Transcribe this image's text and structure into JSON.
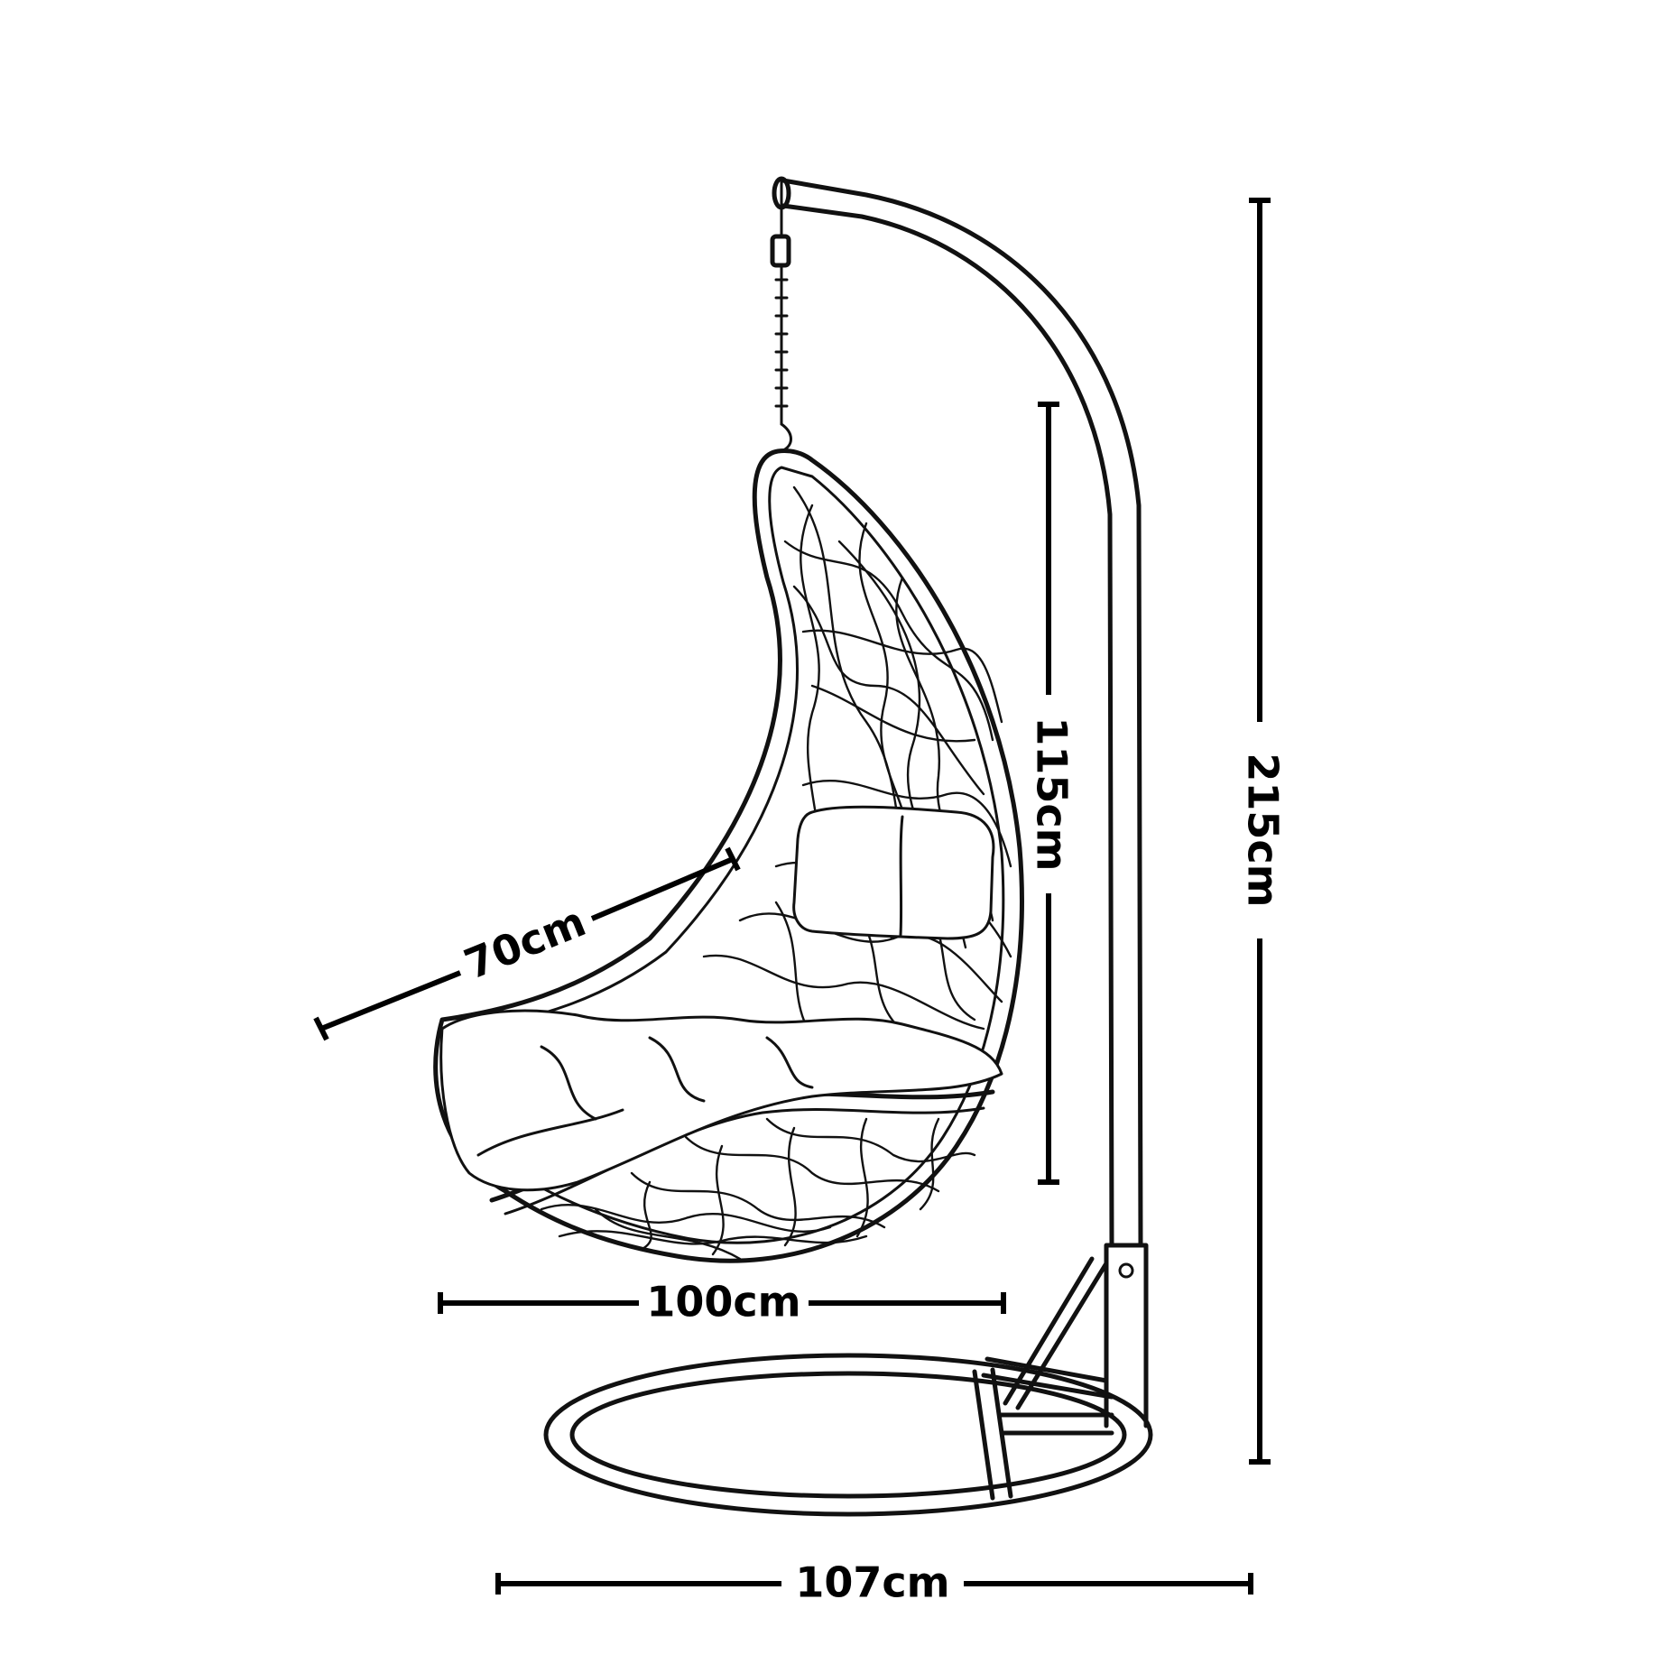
{
  "dimensions": {
    "total_height": "215cm",
    "chair_height": "115cm",
    "chair_depth": "70cm",
    "chair_width": "100cm",
    "base_diameter": "107cm"
  }
}
